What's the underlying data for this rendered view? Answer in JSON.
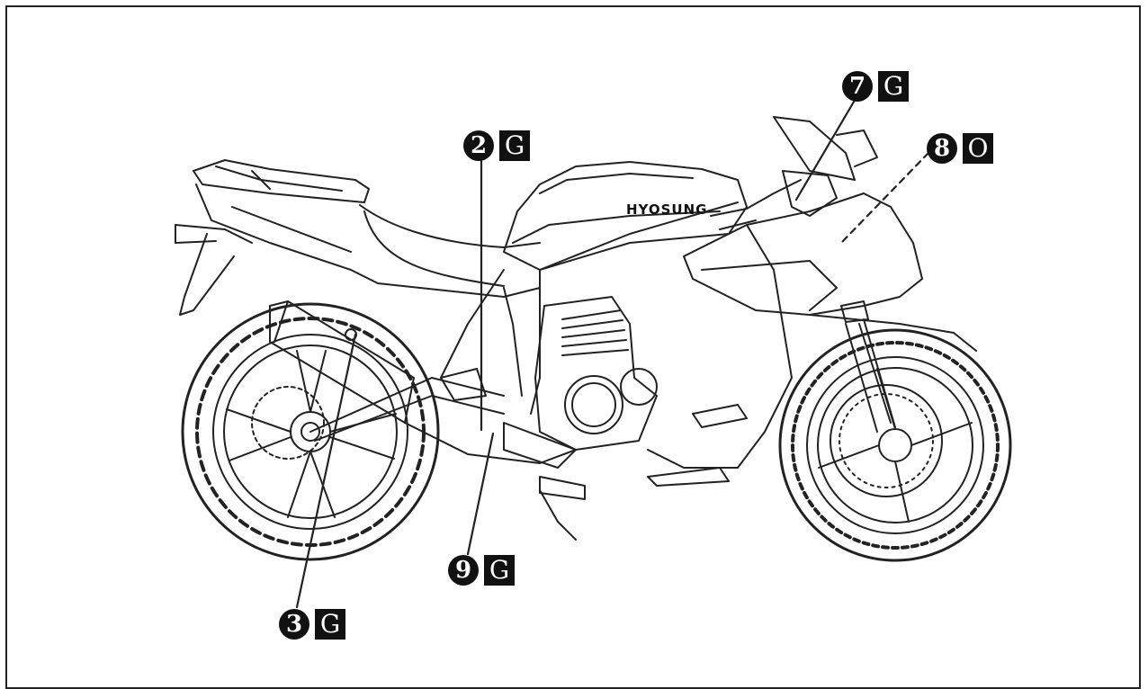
{
  "brand_text": "HYOSUNG",
  "callouts": [
    {
      "number": "2",
      "code": "G"
    },
    {
      "number": "3",
      "code": "G"
    },
    {
      "number": "7",
      "code": "G"
    },
    {
      "number": "8",
      "code": "O"
    },
    {
      "number": "9",
      "code": "G"
    }
  ],
  "colors": {
    "ink": "#111111",
    "paper": "#ffffff"
  }
}
